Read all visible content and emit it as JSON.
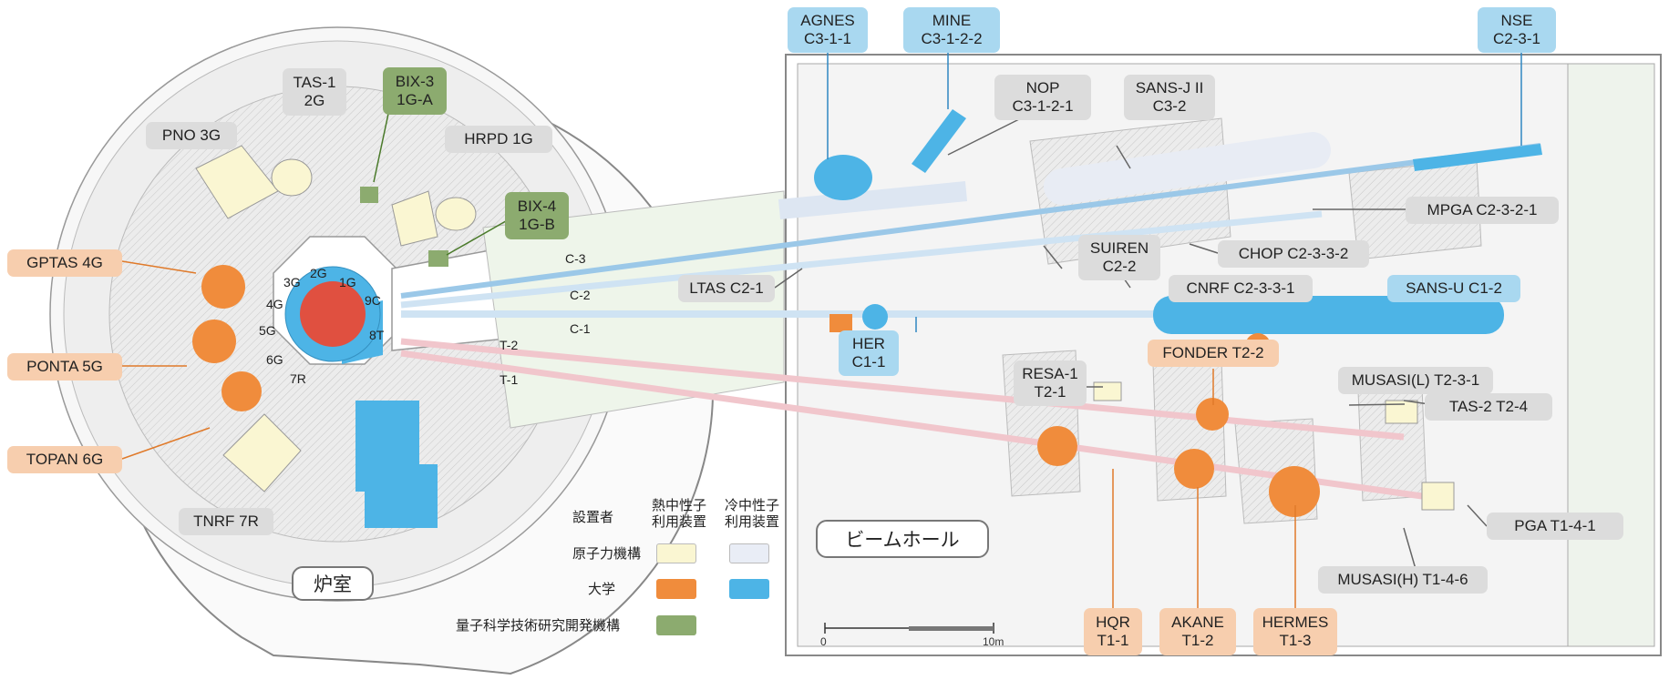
{
  "rooms": {
    "reactor": "炉室",
    "beam_hall": "ビームホール"
  },
  "colors": {
    "jaea_thermal": "#faf6d2",
    "jaea_cold": "#e9edf6",
    "university": "#f08c3c",
    "university_cold": "#4db4e6",
    "qst": "#8cab6f",
    "reactor_core": "#e05040"
  },
  "legend": {
    "header_installer": "設置者",
    "header_thermal_line1": "熱中性子",
    "header_thermal_line2": "利用装置",
    "header_cold_line1": "冷中性子",
    "header_cold_line2": "利用装置",
    "row_jaea": "原子力機構",
    "row_university": "大学",
    "row_qst": "量子科学技術研究開発機構"
  },
  "ports": [
    "3G",
    "2G",
    "1G",
    "9C",
    "4G",
    "5G",
    "6G",
    "7R",
    "8T"
  ],
  "beamlines": [
    "C-3",
    "C-2",
    "C-1",
    "T-2",
    "T-1"
  ],
  "scale": {
    "start": "0",
    "end": "10m"
  },
  "instruments": {
    "tas1": {
      "l1": "TAS-1",
      "l2": "2G"
    },
    "bix3": {
      "l1": "BIX-3",
      "l2": "1G-A"
    },
    "pno": {
      "l1": "PNO  3G"
    },
    "hrpd": {
      "l1": "HRPD  1G"
    },
    "bix4": {
      "l1": "BIX-4",
      "l2": "1G-B"
    },
    "gptas": {
      "l1": "GPTAS  4G"
    },
    "ponta": {
      "l1": "PONTA  5G"
    },
    "topan": {
      "l1": "TOPAN  6G"
    },
    "tnrf": {
      "l1": "TNRF  7R"
    },
    "agnes": {
      "l1": "AGNES",
      "l2": "C3-1-1"
    },
    "mine": {
      "l1": "MINE",
      "l2": "C3-1-2-2"
    },
    "nop": {
      "l1": "NOP",
      "l2": "C3-1-2-1"
    },
    "sansj": {
      "l1": "SANS-J II",
      "l2": "C3-2"
    },
    "nse": {
      "l1": "NSE",
      "l2": "C2-3-1"
    },
    "mpga": {
      "l1": "MPGA  C2-3-2-1"
    },
    "chop": {
      "l1": "CHOP  C2-3-3-2"
    },
    "suiren": {
      "l1": "SUIREN",
      "l2": "C2-2"
    },
    "cnrf": {
      "l1": "CNRF  C2-3-3-1"
    },
    "ltas": {
      "l1": "LTAS  C2-1"
    },
    "sansu": {
      "l1": "SANS-U  C1-2"
    },
    "her": {
      "l1": "HER",
      "l2": "C1-1"
    },
    "fonder": {
      "l1": "FONDER  T2-2"
    },
    "resa1": {
      "l1": "RESA-1",
      "l2": "T2-1"
    },
    "musasil": {
      "l1": "MUSASI(L)  T2-3-1"
    },
    "tas2": {
      "l1": "TAS-2  T2-4"
    },
    "pga": {
      "l1": "PGA     T1-4-1"
    },
    "musasih": {
      "l1": "MUSASI(H)  T1-4-6"
    },
    "hqr": {
      "l1": "HQR",
      "l2": "T1-1"
    },
    "akane": {
      "l1": "AKANE",
      "l2": "T1-2"
    },
    "hermes": {
      "l1": "HERMES",
      "l2": "T1-3"
    }
  }
}
